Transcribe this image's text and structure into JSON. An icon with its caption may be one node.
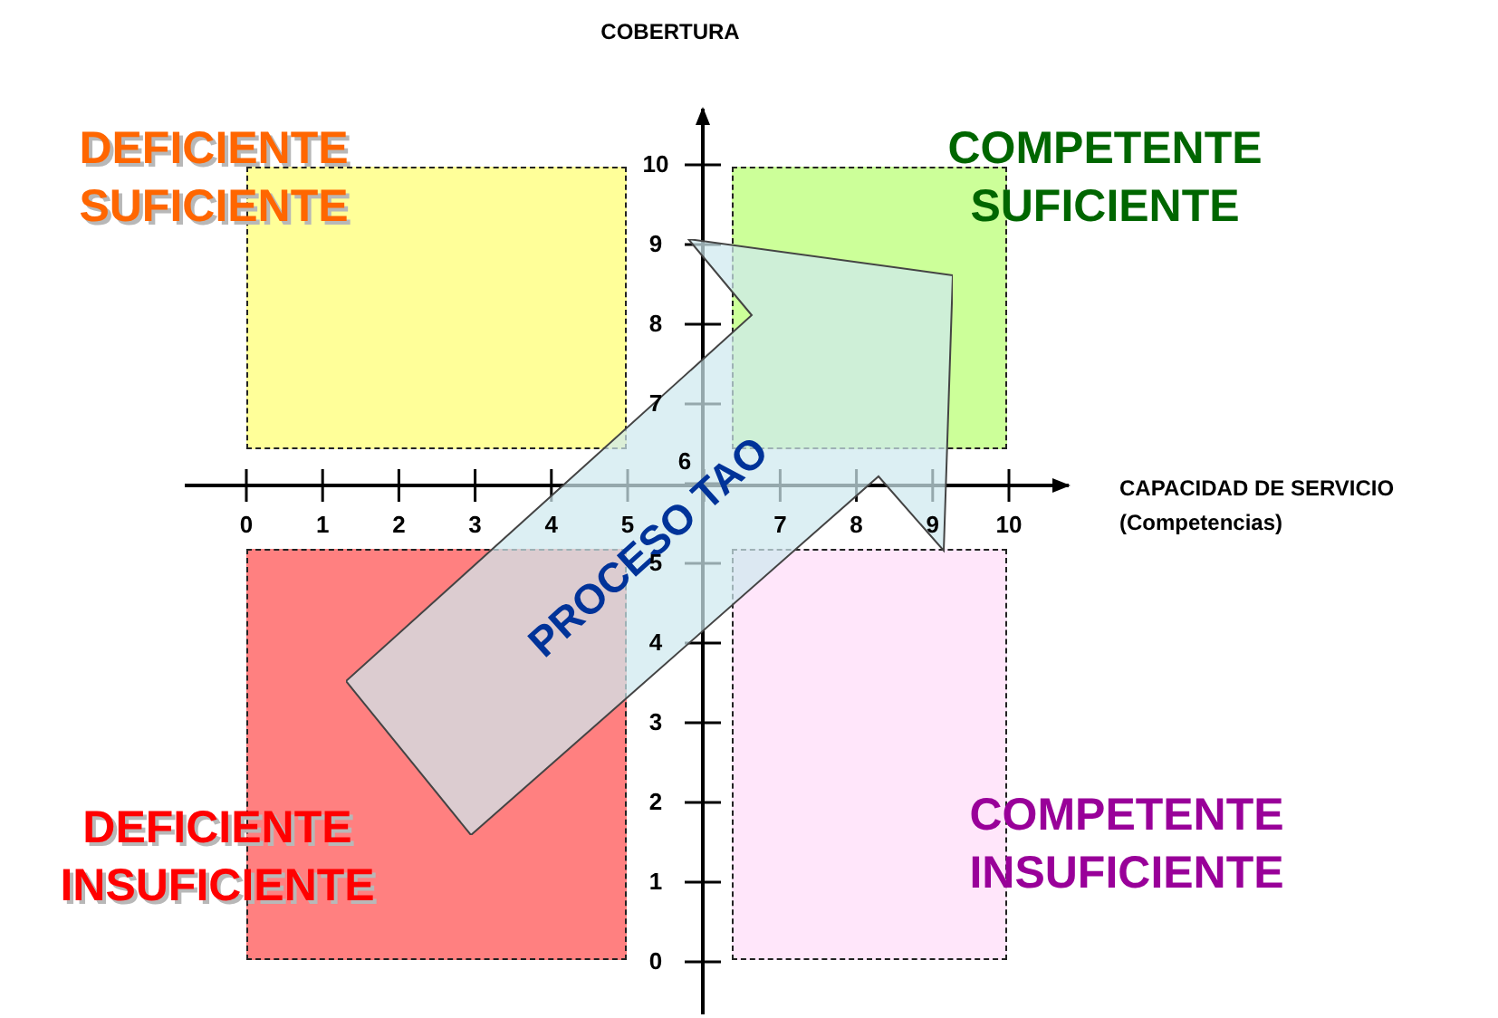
{
  "diagram": {
    "nodes": [
      {
        "text": [
          "DEFICIENTE SUFICIENTE"
        ]
      },
      {
        "text": [
          "COMPETENTE SUFICIENTE"
        ]
      },
      {
        "text": [
          "DEFICIENTE INSUFICIENTE"
        ]
      },
      {
        "text": [
          "COMPETENTE INSUFICIENTE"
        ]
      },
      {
        "text": [
          "PROCESO TAO"
        ]
      }
    ],
    "labels": [
      "COBERTURA",
      "10",
      "9",
      "8",
      "7",
      "6",
      "5",
      "4",
      "3",
      "2",
      "1",
      "0",
      "0",
      "1",
      "2",
      "3",
      "4",
      "5",
      "7",
      "8",
      "9",
      "10",
      "CAPACIDAD DE SERVICIO",
      "(Competencias)"
    ]
  }
}
